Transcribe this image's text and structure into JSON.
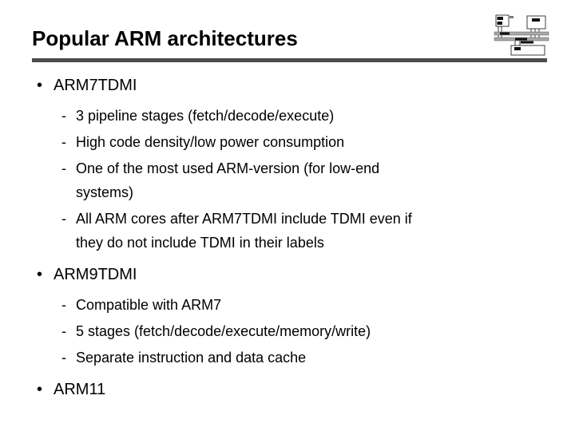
{
  "slide": {
    "title": "Popular ARM architectures"
  },
  "markers": {
    "level1": "•",
    "level2": "-"
  },
  "outline": [
    {
      "label": "ARM7TDMI",
      "items": [
        {
          "lines": [
            "3 pipeline stages (fetch/decode/execute)"
          ]
        },
        {
          "lines": [
            "High code density/low power consumption"
          ]
        },
        {
          "lines": [
            "One of the most used ARM-version (for low-end",
            "systems)"
          ]
        },
        {
          "lines": [
            "All ARM cores after ARM7TDMI include TDMI even if",
            "they do not include TDMI in their labels"
          ]
        }
      ]
    },
    {
      "label": "ARM9TDMI",
      "items": [
        {
          "lines": [
            "Compatible with ARM7"
          ]
        },
        {
          "lines": [
            "5 stages (fetch/decode/execute/memory/write)"
          ]
        },
        {
          "lines": [
            "Separate instruction and data cache"
          ]
        }
      ]
    },
    {
      "label": "ARM11",
      "items": []
    }
  ],
  "icons": {
    "logo": "system-bus-block-diagram"
  },
  "colors": {
    "background": "#ffffff",
    "text": "#000000",
    "title_rule": "#4d4d4d",
    "diagram_bus": "#a8a8a8",
    "diagram_outline": "#2b2b2b"
  }
}
